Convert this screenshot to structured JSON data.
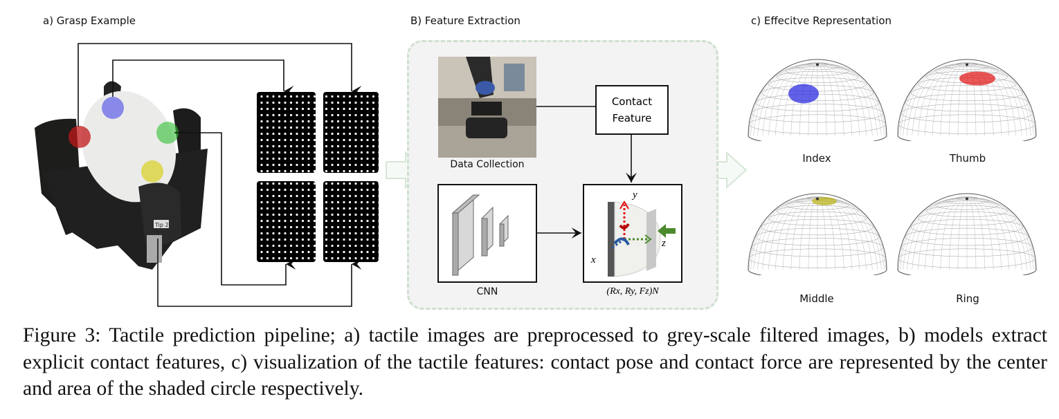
{
  "figure": {
    "panel_a": {
      "title": "a) Grasp Example",
      "photo_text": "Tip 2"
    },
    "panel_b": {
      "title": "B) Feature Extraction",
      "data_collection_label": "Data Collection",
      "contact_feature_label_line1": "Contact",
      "contact_feature_label_line2": "Feature",
      "cnn_label": "CNN",
      "axis_x": "x",
      "axis_y": "y",
      "axis_z": "z",
      "output_formula": "(Rx, Ry, Fz)N"
    },
    "panel_c": {
      "title": "c) Effecitve Representation",
      "fingers": [
        {
          "label": "Index",
          "contact_color": "#2020e0"
        },
        {
          "label": "Thumb",
          "contact_color": "#e01010"
        },
        {
          "label": "Middle",
          "contact_color": "#b8b010"
        },
        {
          "label": "Ring",
          "contact_color": null
        }
      ]
    },
    "contact_colors": {
      "red": "#c01818",
      "blue": "#3838e8",
      "green": "#30c030",
      "yellow": "#d8d020"
    },
    "caption": "Figure 3: Tactile prediction pipeline; a) tactile images are preprocessed to grey-scale filtered images, b) models extract explicit contact features, c) visualization of the tactile features: contact pose and contact force are represented by the center and area of the shaded circle respectively."
  }
}
